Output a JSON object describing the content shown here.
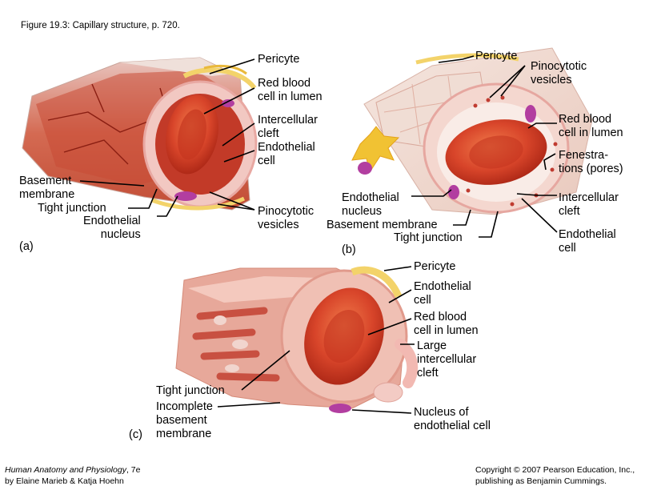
{
  "caption": "Figure 19.3: Capillary structure, p. 720.",
  "panel_a": {
    "tag": "(a)",
    "labels": {
      "pericyte": "Pericyte",
      "rbc": "Red blood\ncell in lumen",
      "intercellular_cleft": "Intercellular\ncleft",
      "endothelial_cell": "Endothelial\ncell",
      "basement_membrane": "Basement\nmembrane",
      "tight_junction": "Tight junction",
      "endothelial_nucleus": "Endothelial\nnucleus",
      "pinocytotic_vesicles": "Pinocytotic\nvesicles"
    }
  },
  "panel_b": {
    "tag": "(b)",
    "labels": {
      "pericyte": "Pericyte",
      "pinocytotic_vesicles": "Pinocytotic\nvesicles",
      "rbc": "Red blood\ncell in lumen",
      "fenestrations": "Fenestra-\ntions (pores)",
      "intercellular_cleft": "Intercellular\ncleft",
      "endothelial_cell": "Endothelial\ncell",
      "endothelial_nucleus": "Endothelial\nnucleus",
      "basement_membrane": "Basement membrane",
      "tight_junction": "Tight junction"
    }
  },
  "panel_c": {
    "tag": "(c)",
    "labels": {
      "pericyte": "Pericyte",
      "endothelial_cell": "Endothelial\ncell",
      "rbc": "Red blood\ncell in lumen",
      "large_cleft": "Large\nintercellular\ncleft",
      "tight_junction": "Tight junction",
      "incomplete_bm": "Incomplete\nbasement\nmembrane",
      "nucleus": "Nucleus of\nendothelial cell"
    }
  },
  "footer": {
    "book_title": "Human Anatomy and Physiology",
    "edition": ", 7e",
    "authors": "by Elaine Marieb & Katja Hoehn",
    "copyright": "Copyright © 2007 Pearson Education, Inc.,\npublishing as Benjamin Cummings."
  }
}
